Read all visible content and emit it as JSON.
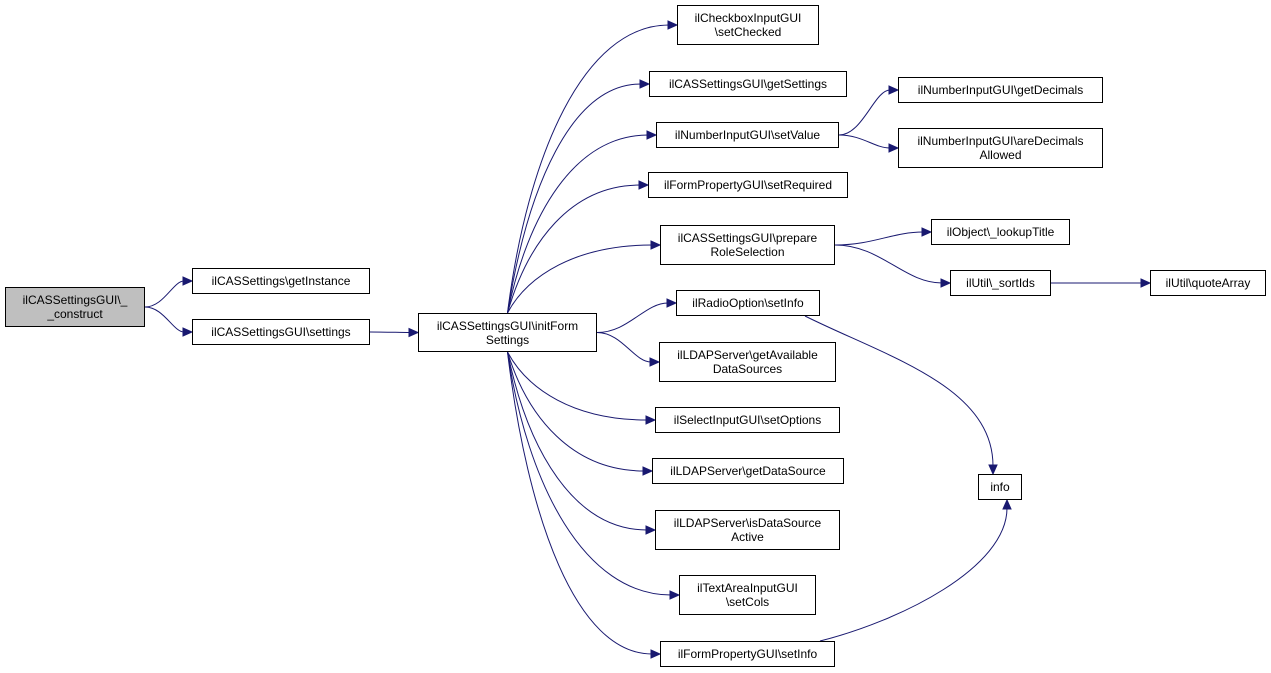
{
  "diagram": {
    "edge_color": "#191970",
    "root_fill": "#bfbfbf",
    "nodes": {
      "root": [
        "ilCASSettingsGUI\\_",
        "_construct"
      ],
      "get_instance": [
        "ilCASSettings\\getInstance"
      ],
      "settings": [
        "ilCASSettingsGUI\\settings"
      ],
      "init_form": [
        "ilCASSettingsGUI\\initForm",
        "Settings"
      ],
      "set_checked": [
        "ilCheckboxInputGUI",
        "\\setChecked"
      ],
      "get_settings": [
        "ilCASSettingsGUI\\getSettings"
      ],
      "set_value": [
        "ilNumberInputGUI\\setValue"
      ],
      "set_required": [
        "ilFormPropertyGUI\\setRequired"
      ],
      "prepare_role": [
        "ilCASSettingsGUI\\prepare",
        "RoleSelection"
      ],
      "radio_set_info": [
        "ilRadioOption\\setInfo"
      ],
      "get_available": [
        "ilLDAPServer\\getAvailable",
        "DataSources"
      ],
      "set_options": [
        "ilSelectInputGUI\\setOptions"
      ],
      "get_data_source": [
        "ilLDAPServer\\getDataSource"
      ],
      "is_active": [
        "ilLDAPServer\\isDataSource",
        "Active"
      ],
      "set_cols": [
        "ilTextAreaInputGUI",
        "\\setCols"
      ],
      "form_set_info": [
        "ilFormPropertyGUI\\setInfo"
      ],
      "get_decimals": [
        "ilNumberInputGUI\\getDecimals"
      ],
      "are_decimals": [
        "ilNumberInputGUI\\areDecimals",
        "Allowed"
      ],
      "lookup_title": [
        "ilObject\\_lookupTitle"
      ],
      "sort_ids": [
        "ilUtil\\_sortIds"
      ],
      "quote_array": [
        "ilUtil\\quoteArray"
      ],
      "info": [
        "info"
      ]
    },
    "edges": [
      [
        "root",
        "get_instance"
      ],
      [
        "root",
        "settings"
      ],
      [
        "settings",
        "init_form"
      ],
      [
        "init_form",
        "set_checked"
      ],
      [
        "init_form",
        "get_settings"
      ],
      [
        "init_form",
        "set_value"
      ],
      [
        "init_form",
        "set_required"
      ],
      [
        "init_form",
        "prepare_role"
      ],
      [
        "init_form",
        "radio_set_info"
      ],
      [
        "init_form",
        "get_available"
      ],
      [
        "init_form",
        "set_options"
      ],
      [
        "init_form",
        "get_data_source"
      ],
      [
        "init_form",
        "is_active"
      ],
      [
        "init_form",
        "set_cols"
      ],
      [
        "init_form",
        "form_set_info"
      ],
      [
        "set_value",
        "get_decimals"
      ],
      [
        "set_value",
        "are_decimals"
      ],
      [
        "prepare_role",
        "lookup_title"
      ],
      [
        "prepare_role",
        "sort_ids"
      ],
      [
        "sort_ids",
        "quote_array"
      ],
      [
        "radio_set_info",
        "info"
      ],
      [
        "form_set_info",
        "info"
      ]
    ]
  }
}
